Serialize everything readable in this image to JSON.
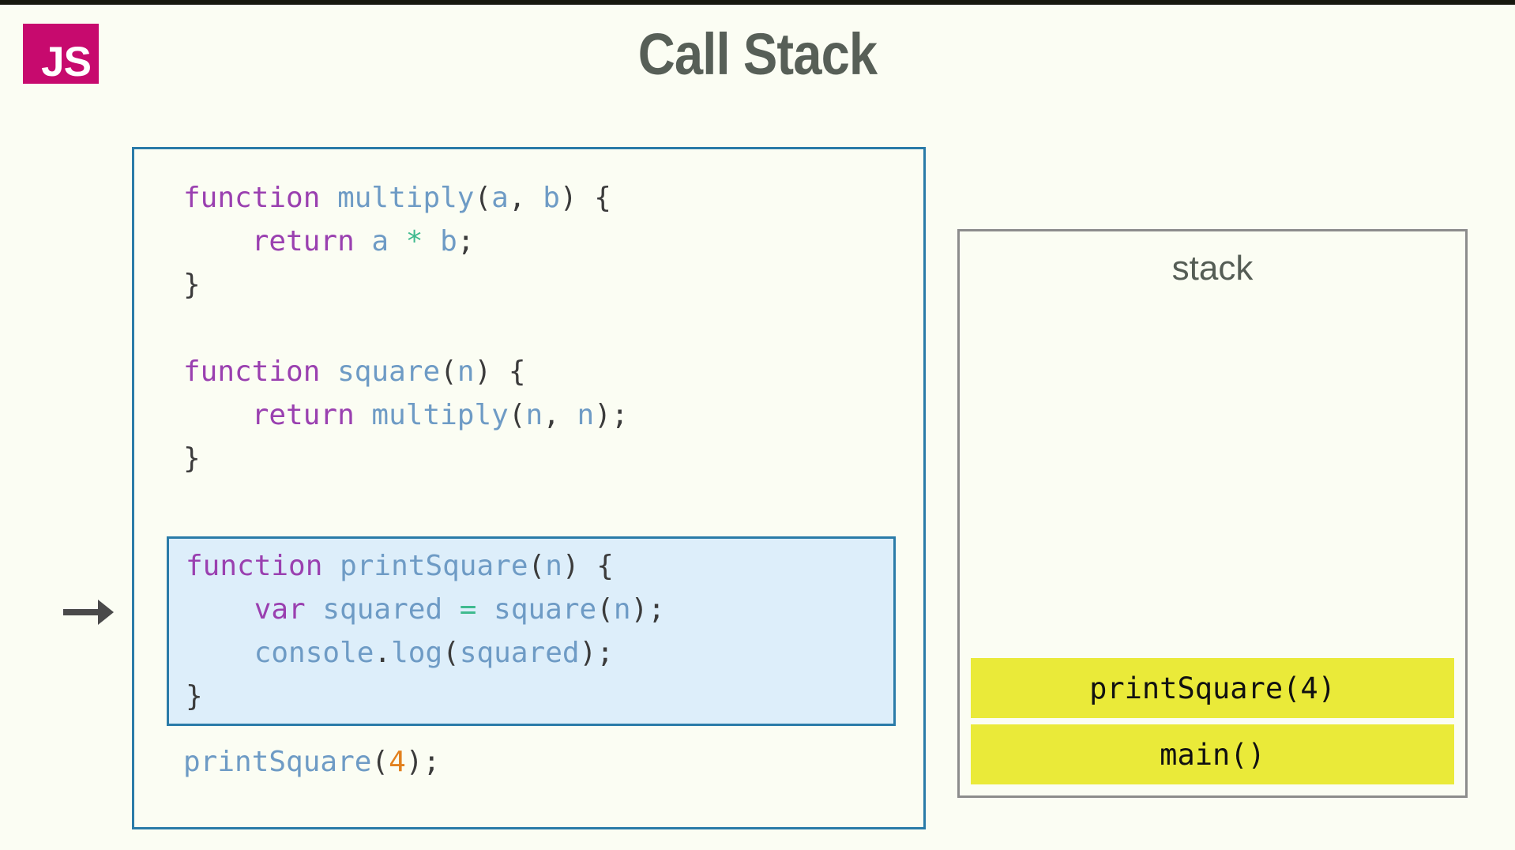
{
  "page": {
    "title": "Call Stack",
    "background_color": "#fbfdf3",
    "top_strip_color": "#17180f"
  },
  "logo": {
    "text": "JS",
    "background_color": "#c70a6e",
    "text_color": "#ffffff"
  },
  "code_panel": {
    "border_color": "#2a7ba8",
    "lines": [
      [
        {
          "t": "function ",
          "c": "kw"
        },
        {
          "t": "multiply",
          "c": "ident"
        },
        {
          "t": "(",
          "c": "punc"
        },
        {
          "t": "a",
          "c": "ident"
        },
        {
          "t": ", ",
          "c": "punc"
        },
        {
          "t": "b",
          "c": "ident"
        },
        {
          "t": ") {",
          "c": "punc"
        }
      ],
      [
        {
          "t": "    ",
          "c": "punc"
        },
        {
          "t": "return ",
          "c": "kw"
        },
        {
          "t": "a ",
          "c": "ident"
        },
        {
          "t": "* ",
          "c": "op"
        },
        {
          "t": "b",
          "c": "ident"
        },
        {
          "t": ";",
          "c": "punc"
        }
      ],
      [
        {
          "t": "}",
          "c": "punc"
        }
      ],
      [
        {
          "t": " ",
          "c": "punc"
        }
      ],
      [
        {
          "t": "function ",
          "c": "kw"
        },
        {
          "t": "square",
          "c": "ident"
        },
        {
          "t": "(",
          "c": "punc"
        },
        {
          "t": "n",
          "c": "ident"
        },
        {
          "t": ") {",
          "c": "punc"
        }
      ],
      [
        {
          "t": "    ",
          "c": "punc"
        },
        {
          "t": "return ",
          "c": "kw"
        },
        {
          "t": "multiply",
          "c": "ident"
        },
        {
          "t": "(",
          "c": "punc"
        },
        {
          "t": "n",
          "c": "ident"
        },
        {
          "t": ", ",
          "c": "punc"
        },
        {
          "t": "n",
          "c": "ident"
        },
        {
          "t": ");",
          "c": "punc"
        }
      ],
      [
        {
          "t": "}",
          "c": "punc"
        }
      ]
    ],
    "trailing_lines": [
      [
        {
          "t": "printSquare",
          "c": "ident"
        },
        {
          "t": "(",
          "c": "punc"
        },
        {
          "t": "4",
          "c": "num"
        },
        {
          "t": ");",
          "c": "punc"
        }
      ]
    ]
  },
  "highlight_block": {
    "background_color": "#ddeefa",
    "border_color": "#2a7ba8",
    "lines": [
      [
        {
          "t": "function ",
          "c": "kw"
        },
        {
          "t": "printSquare",
          "c": "ident"
        },
        {
          "t": "(",
          "c": "punc"
        },
        {
          "t": "n",
          "c": "ident"
        },
        {
          "t": ") {",
          "c": "punc"
        }
      ],
      [
        {
          "t": "    ",
          "c": "punc"
        },
        {
          "t": "var ",
          "c": "kw"
        },
        {
          "t": "squared ",
          "c": "ident"
        },
        {
          "t": "= ",
          "c": "op"
        },
        {
          "t": "square",
          "c": "ident"
        },
        {
          "t": "(",
          "c": "punc"
        },
        {
          "t": "n",
          "c": "ident"
        },
        {
          "t": ");",
          "c": "punc"
        }
      ],
      [
        {
          "t": "    ",
          "c": "punc"
        },
        {
          "t": "console",
          "c": "ident"
        },
        {
          "t": ".",
          "c": "punc"
        },
        {
          "t": "log",
          "c": "ident"
        },
        {
          "t": "(",
          "c": "punc"
        },
        {
          "t": "squared",
          "c": "ident"
        },
        {
          "t": ");",
          "c": "punc"
        }
      ],
      [
        {
          "t": "}",
          "c": "punc"
        }
      ]
    ]
  },
  "execution_pointer": {
    "icon": "arrow-right-icon",
    "color": "#4a4a4a",
    "points_to_line": "var squared = square(n);"
  },
  "stack_panel": {
    "title": "stack",
    "border_color": "#8c8c8c",
    "frame_color": "#eaea39",
    "frames": [
      {
        "label": "printSquare(4)"
      },
      {
        "label": "main()"
      }
    ]
  }
}
